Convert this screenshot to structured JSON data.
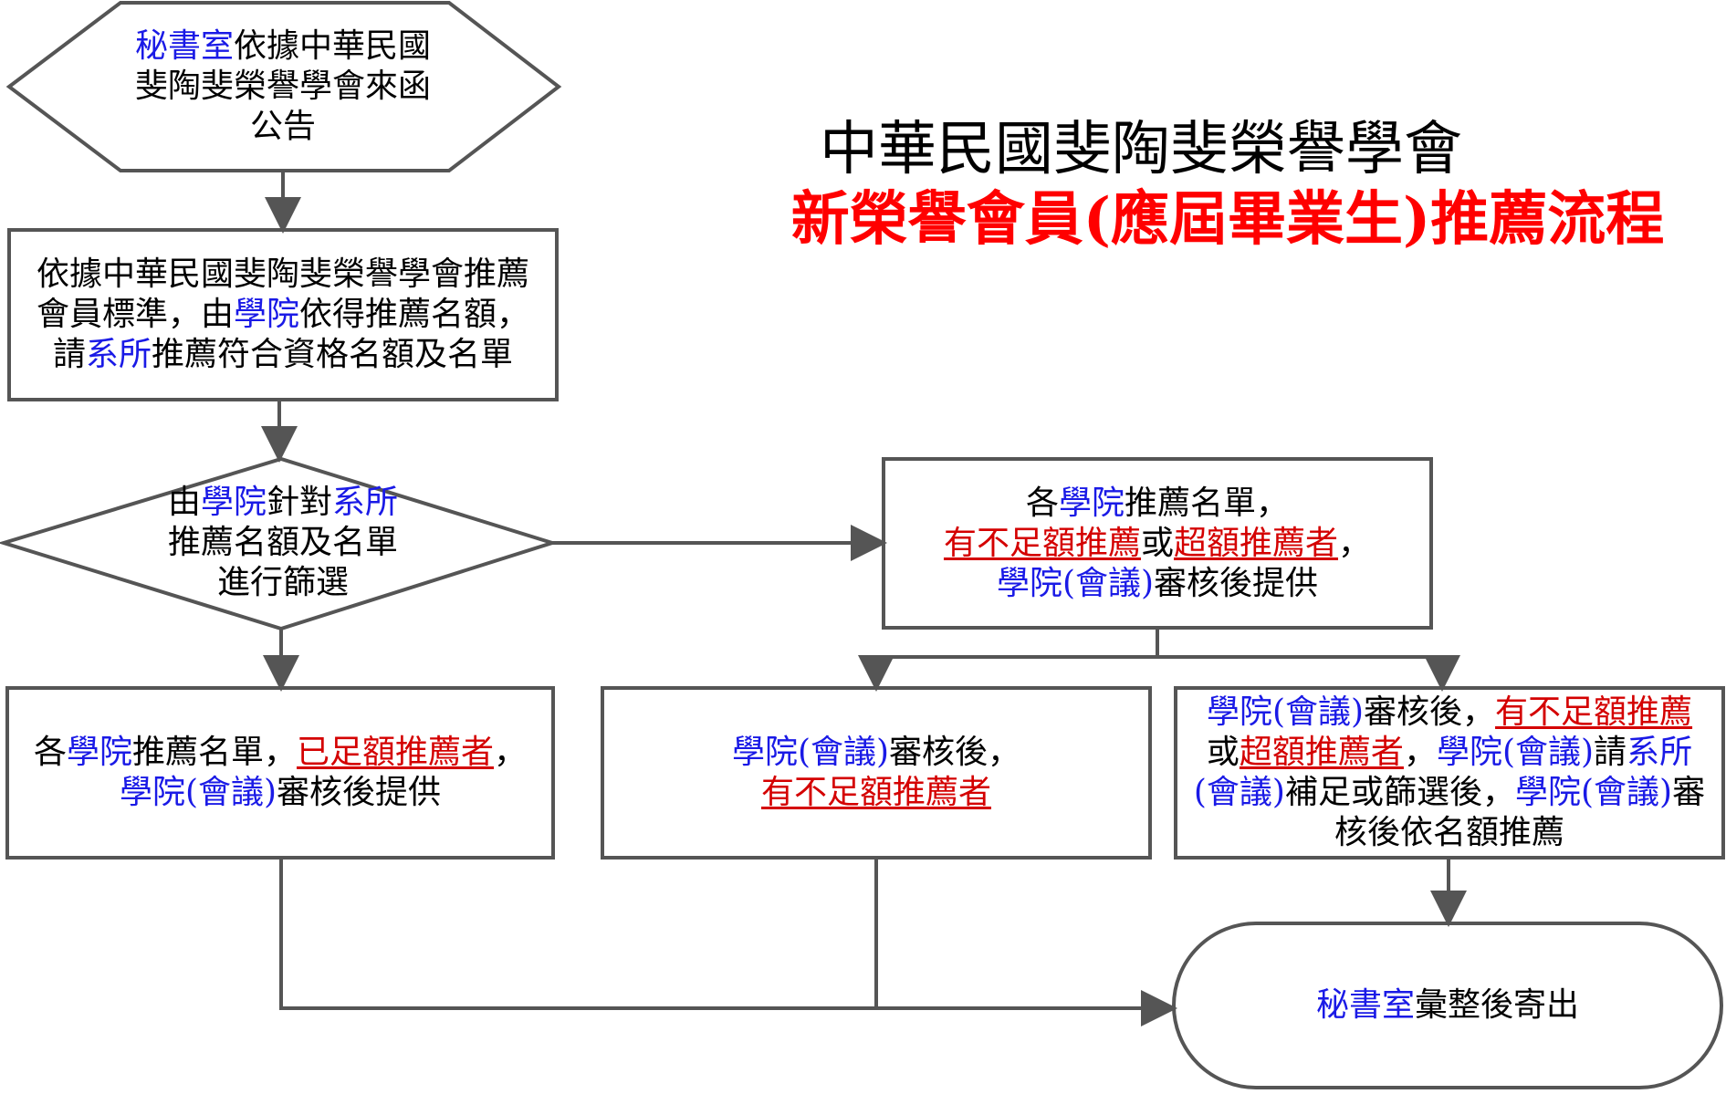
{
  "title": {
    "line1": "中華民國斐陶斐榮譽學會",
    "line2": "新榮譽會員(應屆畢業生)推薦流程"
  },
  "nodes": {
    "start": {
      "l1_blue": "秘書室",
      "l1_rest": "依據中華民國",
      "l2": "斐陶斐榮譽學會來函",
      "l3": "公告"
    },
    "step2": {
      "l1": "依據中華民國斐陶斐榮譽學會推薦",
      "l2_a": "會員標準，由",
      "l2_blue": "學院",
      "l2_b": "依得推薦名額，",
      "l3_a": "請",
      "l3_blue": "系所",
      "l3_b": "推薦符合資格名額及名單"
    },
    "decision": {
      "l1_a": "由",
      "l1_blue1": "學院",
      "l1_b": "針對",
      "l1_blue2": "系所",
      "l2": "推薦名額及名單",
      "l3": "進行篩選"
    },
    "right_top": {
      "l1_a": "各",
      "l1_blue": "學院",
      "l1_b": "推薦名單，",
      "l2_red1": "有不足額推薦",
      "l2_mid": "或",
      "l2_red2": "超額推薦者",
      "l2_end": "，",
      "l3_blue": "學院(會議)",
      "l3_b": "審核後提供"
    },
    "left_bottom": {
      "l1_a": "各",
      "l1_blue": "學院",
      "l1_b": "推薦名單，",
      "l1_red": "已足額推薦者",
      "l1_end": "，",
      "l2_blue": "學院(會議)",
      "l2_b": "審核後提供"
    },
    "mid_bottom": {
      "l1_blue": "學院(會議)",
      "l1_b": "審核後，",
      "l2_red": "有不足額推薦者"
    },
    "right_bottom": {
      "l1_blue": "學院(會議)",
      "l1_b": "審核後，",
      "l1_red": "有不足額推薦",
      "l2_a": "或",
      "l2_red": "超額推薦者",
      "l2_b": "，",
      "l2_blue1": "學院(會議)",
      "l2_c": "請",
      "l2_blue2": "系所",
      "l3_blue1": "(會議)",
      "l3_b": "補足或篩選後，",
      "l3_blue2": "學院(會議)",
      "l3_c": "審",
      "l4": "核後依名額推薦"
    },
    "end": {
      "blue": "秘書室",
      "rest": "彙整後寄出"
    }
  },
  "colors": {
    "line": "#555555",
    "blue_text": "#1a1ae6",
    "red_text": "#e60000",
    "title_red": "#ff0000"
  }
}
